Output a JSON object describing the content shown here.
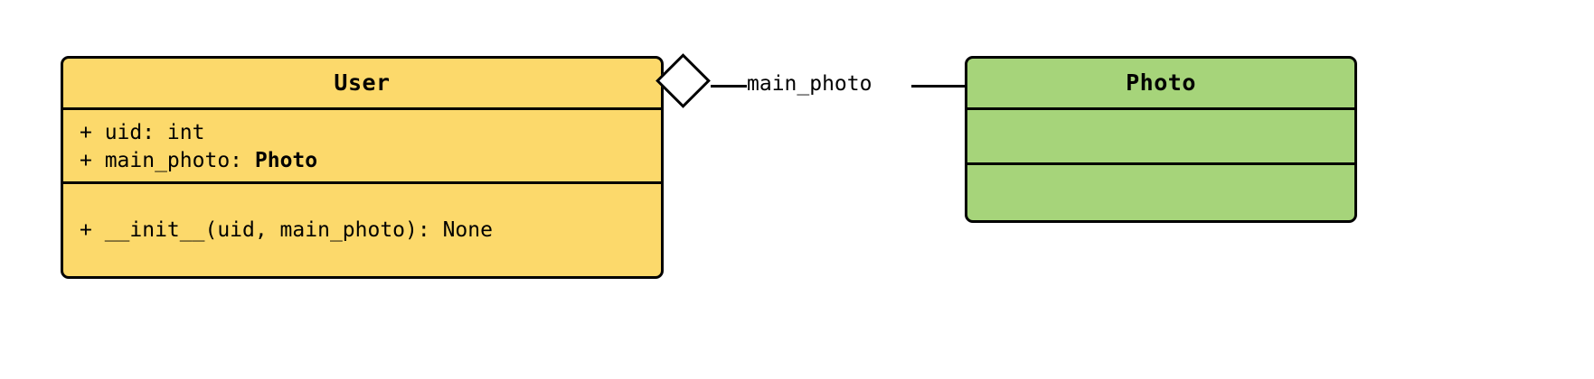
{
  "diagram": {
    "type": "uml-class-diagram",
    "classes": [
      {
        "id": "user",
        "name": "User",
        "fill_color": "#fcd96b",
        "attributes": [
          {
            "text": "+ uid: int",
            "type_ref": ""
          },
          {
            "text": "+ main_photo: ",
            "type_ref": "Photo"
          }
        ],
        "methods": [
          {
            "text": "+ __init__(uid, main_photo): None"
          }
        ]
      },
      {
        "id": "photo",
        "name": "Photo",
        "fill_color": "#a6d47a",
        "attributes": [],
        "methods": []
      }
    ],
    "relationships": [
      {
        "id": "user-photo-aggregation",
        "kind": "aggregation",
        "marker": "hollow-diamond",
        "source": "User",
        "target": "Photo",
        "label": "main_photo"
      }
    ]
  }
}
